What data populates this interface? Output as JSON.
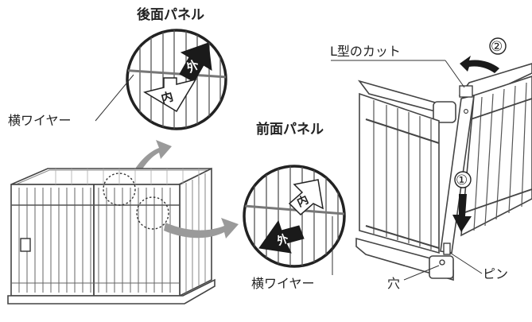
{
  "labels": {
    "rear_panel": "後面パネル",
    "front_panel": "前面パネル",
    "horizontal_wire_left": "横ワイヤー",
    "horizontal_wire_bottom": "横ワイヤー",
    "l_cut": "L型のカット",
    "hole": "穴",
    "pin": "ピン"
  },
  "markers": {
    "rear_out": "外",
    "rear_in": "内",
    "front_in": "内",
    "front_out": "外"
  },
  "steps": {
    "step1": "①",
    "step2": "②"
  }
}
